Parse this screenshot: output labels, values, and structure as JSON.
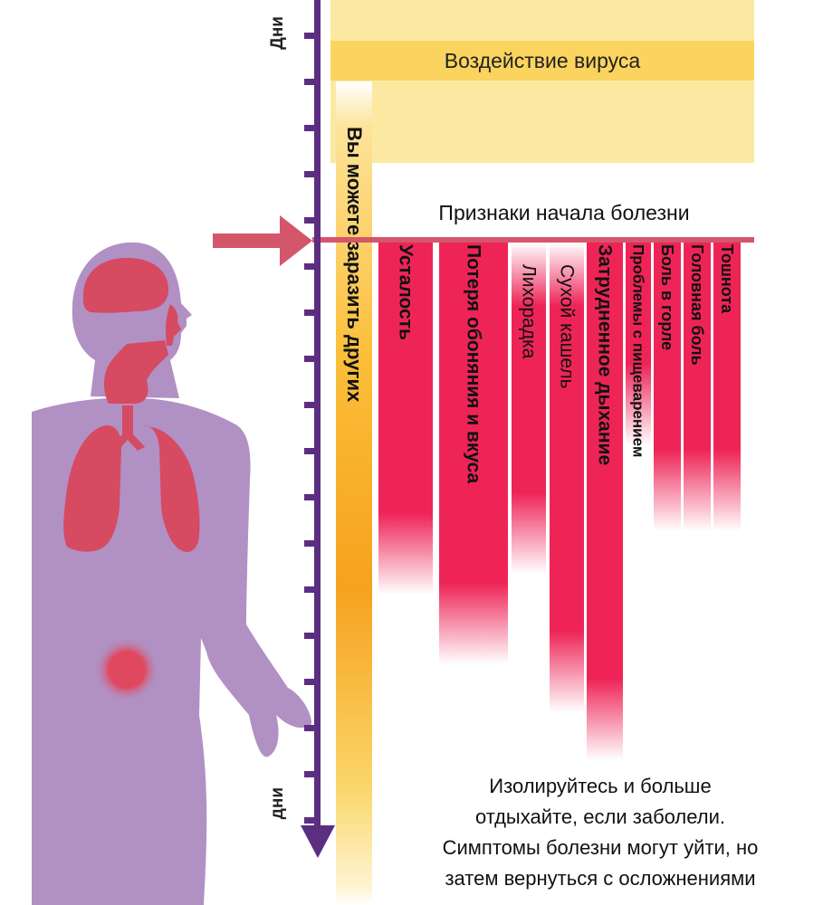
{
  "axis": {
    "top_label": "Дни",
    "bottom_label": "дни"
  },
  "exposure": {
    "label": "Воздействие вируса"
  },
  "contagious": {
    "label": "Вы можете заразить других"
  },
  "onset": {
    "label": "Признаки начала болезни"
  },
  "symptoms": [
    {
      "label": "Усталость",
      "bold": true,
      "relative_duration": 0.66
    },
    {
      "label": "Потеря обоняния и вкуса",
      "bold": true,
      "relative_duration": 0.79
    },
    {
      "label": "Лихорадка",
      "bold": false,
      "relative_duration": 0.62
    },
    {
      "label": "Сухой кашель",
      "bold": false,
      "relative_duration": 0.88
    },
    {
      "label": "Затрудненное дыхание",
      "bold": true,
      "relative_duration": 0.97
    },
    {
      "label": "Проблемы с пищеварением",
      "bold": true,
      "relative_duration": 0.38
    },
    {
      "label": "Боль в горле",
      "bold": true,
      "relative_duration": 0.54
    },
    {
      "label": "Головная боль",
      "bold": true,
      "relative_duration": 0.54
    },
    {
      "label": "Тошнота",
      "bold": true,
      "relative_duration": 0.54
    }
  ],
  "note": {
    "lines": [
      "Изолируйтесь и больше",
      "отдыхайте, если заболели.",
      "Симптомы болезни могут уйти, но",
      "затем вернуться с осложнениями"
    ]
  },
  "colors": {
    "timeline": "#5b2e82",
    "exposure_band": "#fbe9a2",
    "exposure_strip": "#fbd45f",
    "contagious": "#f6a21e",
    "symptom": "#ee2457",
    "onset_marker": "#d4566b",
    "figure": "#b190c3",
    "organs": "#d64a62"
  }
}
